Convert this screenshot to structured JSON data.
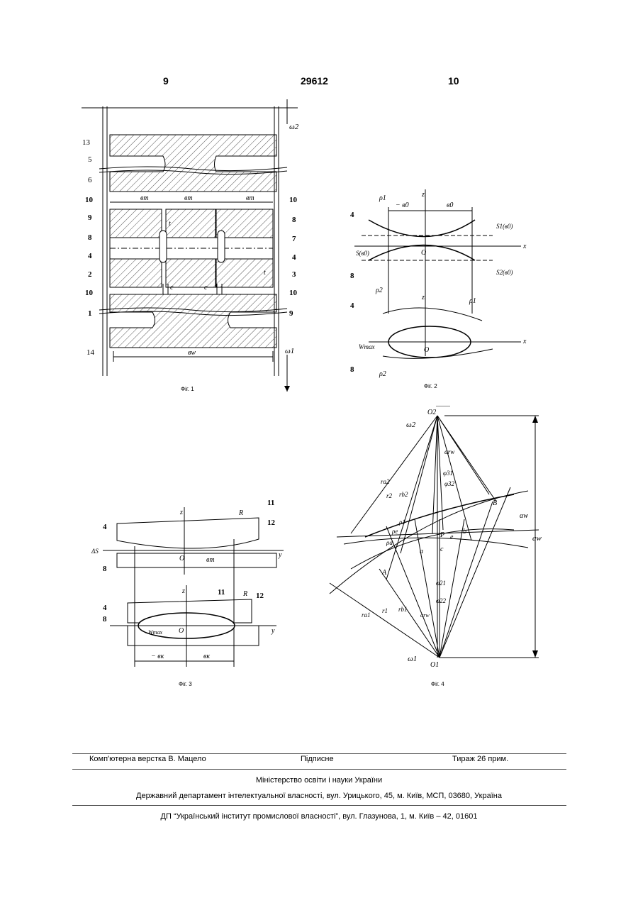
{
  "header": {
    "left_page": "9",
    "center": "29612",
    "right_page": "10"
  },
  "figures": {
    "fig1": {
      "caption": "Фіг. 1",
      "labels": {
        "n13": "13",
        "n5": "5",
        "n6": "6",
        "n10a": "10",
        "n9": "9",
        "n8": "8",
        "n4": "4",
        "n2": "2",
        "n10b": "10",
        "n1": "1",
        "n14": "14",
        "r10a": "10",
        "r8": "8",
        "r7": "7",
        "r4": "4",
        "r3": "3",
        "r10b": "10",
        "r9": "9",
        "bm1": "вm",
        "bm2": "вm",
        "bm3": "вm",
        "t1": "t",
        "t2": "t",
        "c1": "c",
        "c2": "c",
        "bw": "вw",
        "w2": "ω2",
        "w1": "ω1"
      }
    },
    "fig2": {
      "caption": "Фіг. 2",
      "labels": {
        "n4a": "4",
        "n8a": "8",
        "n4b": "4",
        "n8b": "8",
        "p1a": "ρ1",
        "p2a": "ρ2",
        "p1b": "ρ1",
        "p2b": "ρ2",
        "mb0": "− в0",
        "b0": "в0",
        "za": "z",
        "zb": "z",
        "xa": "x",
        "xb": "x",
        "oa": "O",
        "ob": "O",
        "s1": "S1(в0)",
        "s2": "S2(в0)",
        "sb": "S(в0)",
        "wmax": "Wmax"
      }
    },
    "fig3": {
      "caption": "Фіг. 3",
      "labels": {
        "n4a": "4",
        "n8a": "8",
        "n11a": "11",
        "n12a": "12",
        "ra": "R",
        "ds": "ΔS",
        "za": "z",
        "ya": "y",
        "oa": "O",
        "bm": "вm",
        "n4b": "4",
        "n8b": "8",
        "n11b": "11",
        "n12b": "12",
        "rb": "R",
        "zb": "z",
        "yb": "y",
        "ob": "O",
        "wmax": "Wmax",
        "mbk": "− вк",
        "bk": "вк"
      }
    },
    "fig4": {
      "caption": "Фіг. 4",
      "labels": {
        "o2": "O2",
        "o1": "O1",
        "w2": "ω2",
        "w1": "ω1",
        "arw": "αrw",
        "aw": "αw",
        "a_w": "aw",
        "phi31": "φ31",
        "phi32": "φ32",
        "phi21": "φ21",
        "phi22": "φ22",
        "ra2": "ra2",
        "r2": "r2",
        "rb2": "rb2",
        "ra1": "ra1",
        "r1": "r1",
        "rb1": "rb1",
        "rho1": "ρ1",
        "rhoe": "ρe",
        "rhoa": "ρa",
        "P": "P",
        "B": "B",
        "b": "b",
        "e": "e",
        "a": "a",
        "c": "c",
        "A": "A",
        "arw1": "αrw"
      }
    }
  },
  "footer": {
    "typesetter": "Комп'ютерна верстка В. Мацело",
    "signed": "Підписне",
    "circulation": "Тираж 26 прим.",
    "ministry": "Міністерство освіти і науки України",
    "department": "Державний департамент інтелектуальної власності, вул. Урицького, 45, м. Київ, МСП, 03680, Україна",
    "institute": "ДП “Український інститут промислової власності”, вул. Глазунова, 1, м. Київ – 42, 01601"
  }
}
